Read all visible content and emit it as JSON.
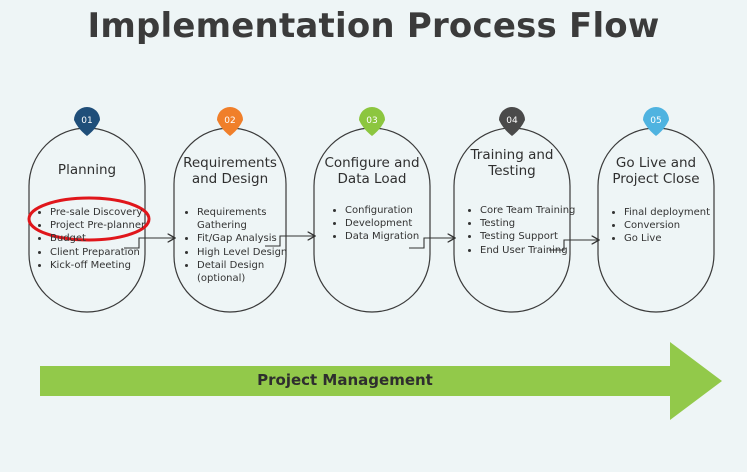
{
  "title": "Implementation Process Flow",
  "stages": [
    {
      "number": "01",
      "color": "#1f4e79",
      "title": "Planning",
      "items": [
        "Pre-sale Discovery",
        "Project Pre-planner",
        "Budget",
        "Client Preparation",
        "Kick-off Meeting"
      ]
    },
    {
      "number": "02",
      "color": "#f07f2a",
      "title": "Requirements and Design",
      "items": [
        "Requirements Gathering",
        "Fit/Gap Analysis",
        "High Level Design",
        "Detail Design (optional)"
      ]
    },
    {
      "number": "03",
      "color": "#8cc63f",
      "title": "Configure and Data Load",
      "items": [
        "Configuration",
        "Development",
        "Data Migration"
      ]
    },
    {
      "number": "04",
      "color": "#4a4a4a",
      "title": "Training and Testing",
      "items": [
        "Core Team Training",
        "Testing",
        "Testing Support",
        "End User Training"
      ]
    },
    {
      "number": "05",
      "color": "#4fb3e0",
      "title": "Go Live and Project Close",
      "items": [
        "Final deployment",
        "Conversion",
        "Go Live"
      ]
    }
  ],
  "footer_arrow": {
    "label": "Project Management",
    "color": "#92c94a"
  },
  "highlight_color": "#e0161b"
}
